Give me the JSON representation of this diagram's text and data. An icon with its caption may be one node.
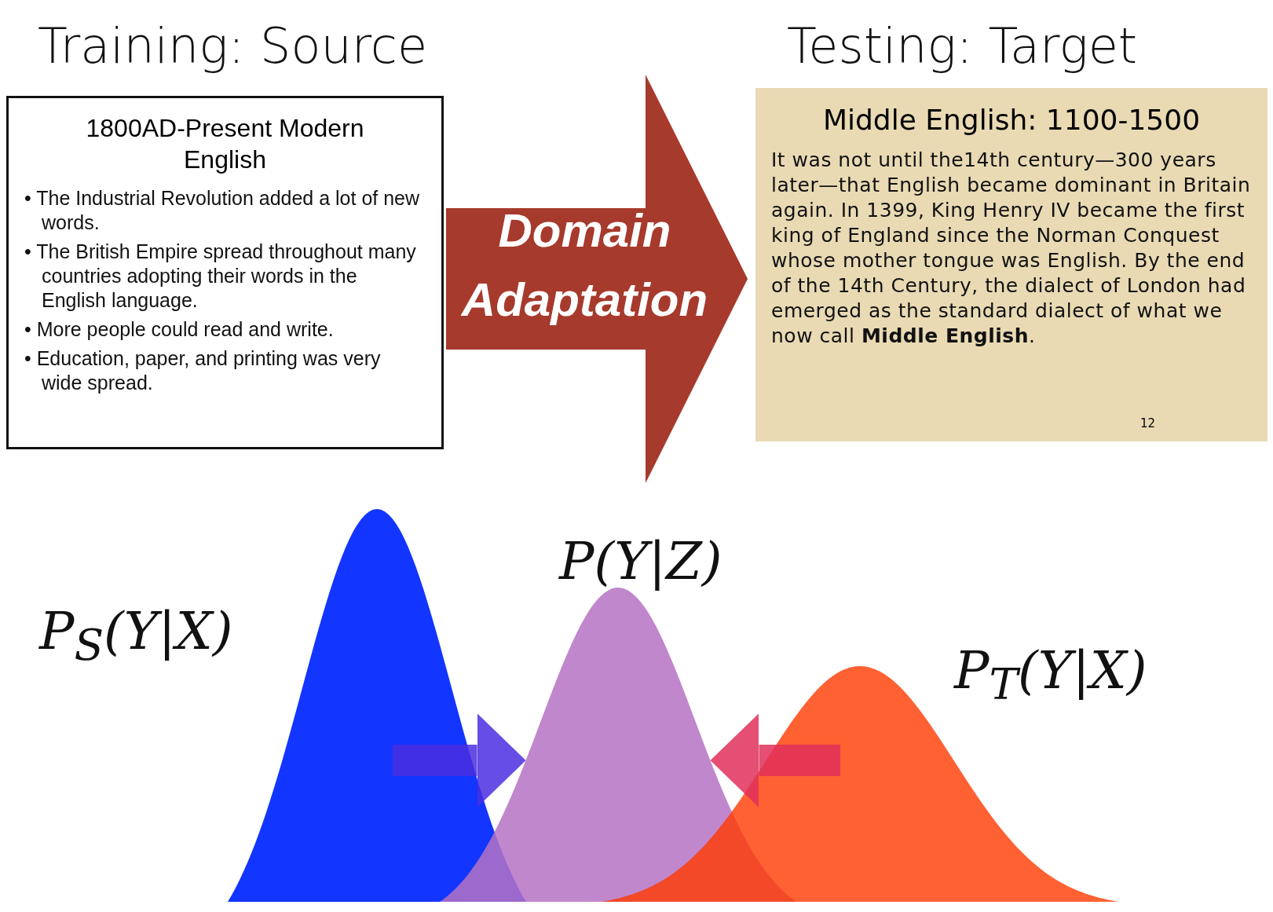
{
  "diagram": {
    "nodes": [
      {
        "text": [
          "Training: Source",
          "1800AD-Present Modern English",
          "• The Industrial Revolution added a lot of new words.",
          "• The British Empire spread throughout many countries adopting their words in the English language.",
          "• More people could read and write.",
          "• Education, paper, and printing was very wide spread."
        ]
      },
      {
        "text": [
          "Testing: Target",
          "Middle English: 1100-1500",
          "It was not until the14th century—300 years later—that English became dominant in Britain again. In 1399, King Henry IV became the first king of England since the Norman Conquest whose mother tongue was English. By the end of the 14th Century, the dialect of London had emerged as the standard dialect of what we now call **Middle English**.",
          "12"
        ]
      },
      {
        "text": [],
        "shape": "curve",
        "beside": [
          "P$_{S}$(Y|X)"
        ]
      },
      {
        "text": [],
        "shape": "curve",
        "beside": [
          "P(Y|Z)"
        ]
      },
      {
        "text": [],
        "shape": "curve",
        "beside": [
          "P$_{T}$(Y|X)"
        ]
      }
    ],
    "edges": [
      {
        "from": 0,
        "to": 1,
        "arrow": "to",
        "label": "Domain Adaptation",
        "style": "thick",
        "color": "#a63a2c"
      },
      {
        "from": 2,
        "to": 3,
        "arrow": "to",
        "color": "#4a2ee0"
      },
      {
        "from": 4,
        "to": 3,
        "arrow": "to",
        "color": "#e0305a"
      }
    ]
  }
}
